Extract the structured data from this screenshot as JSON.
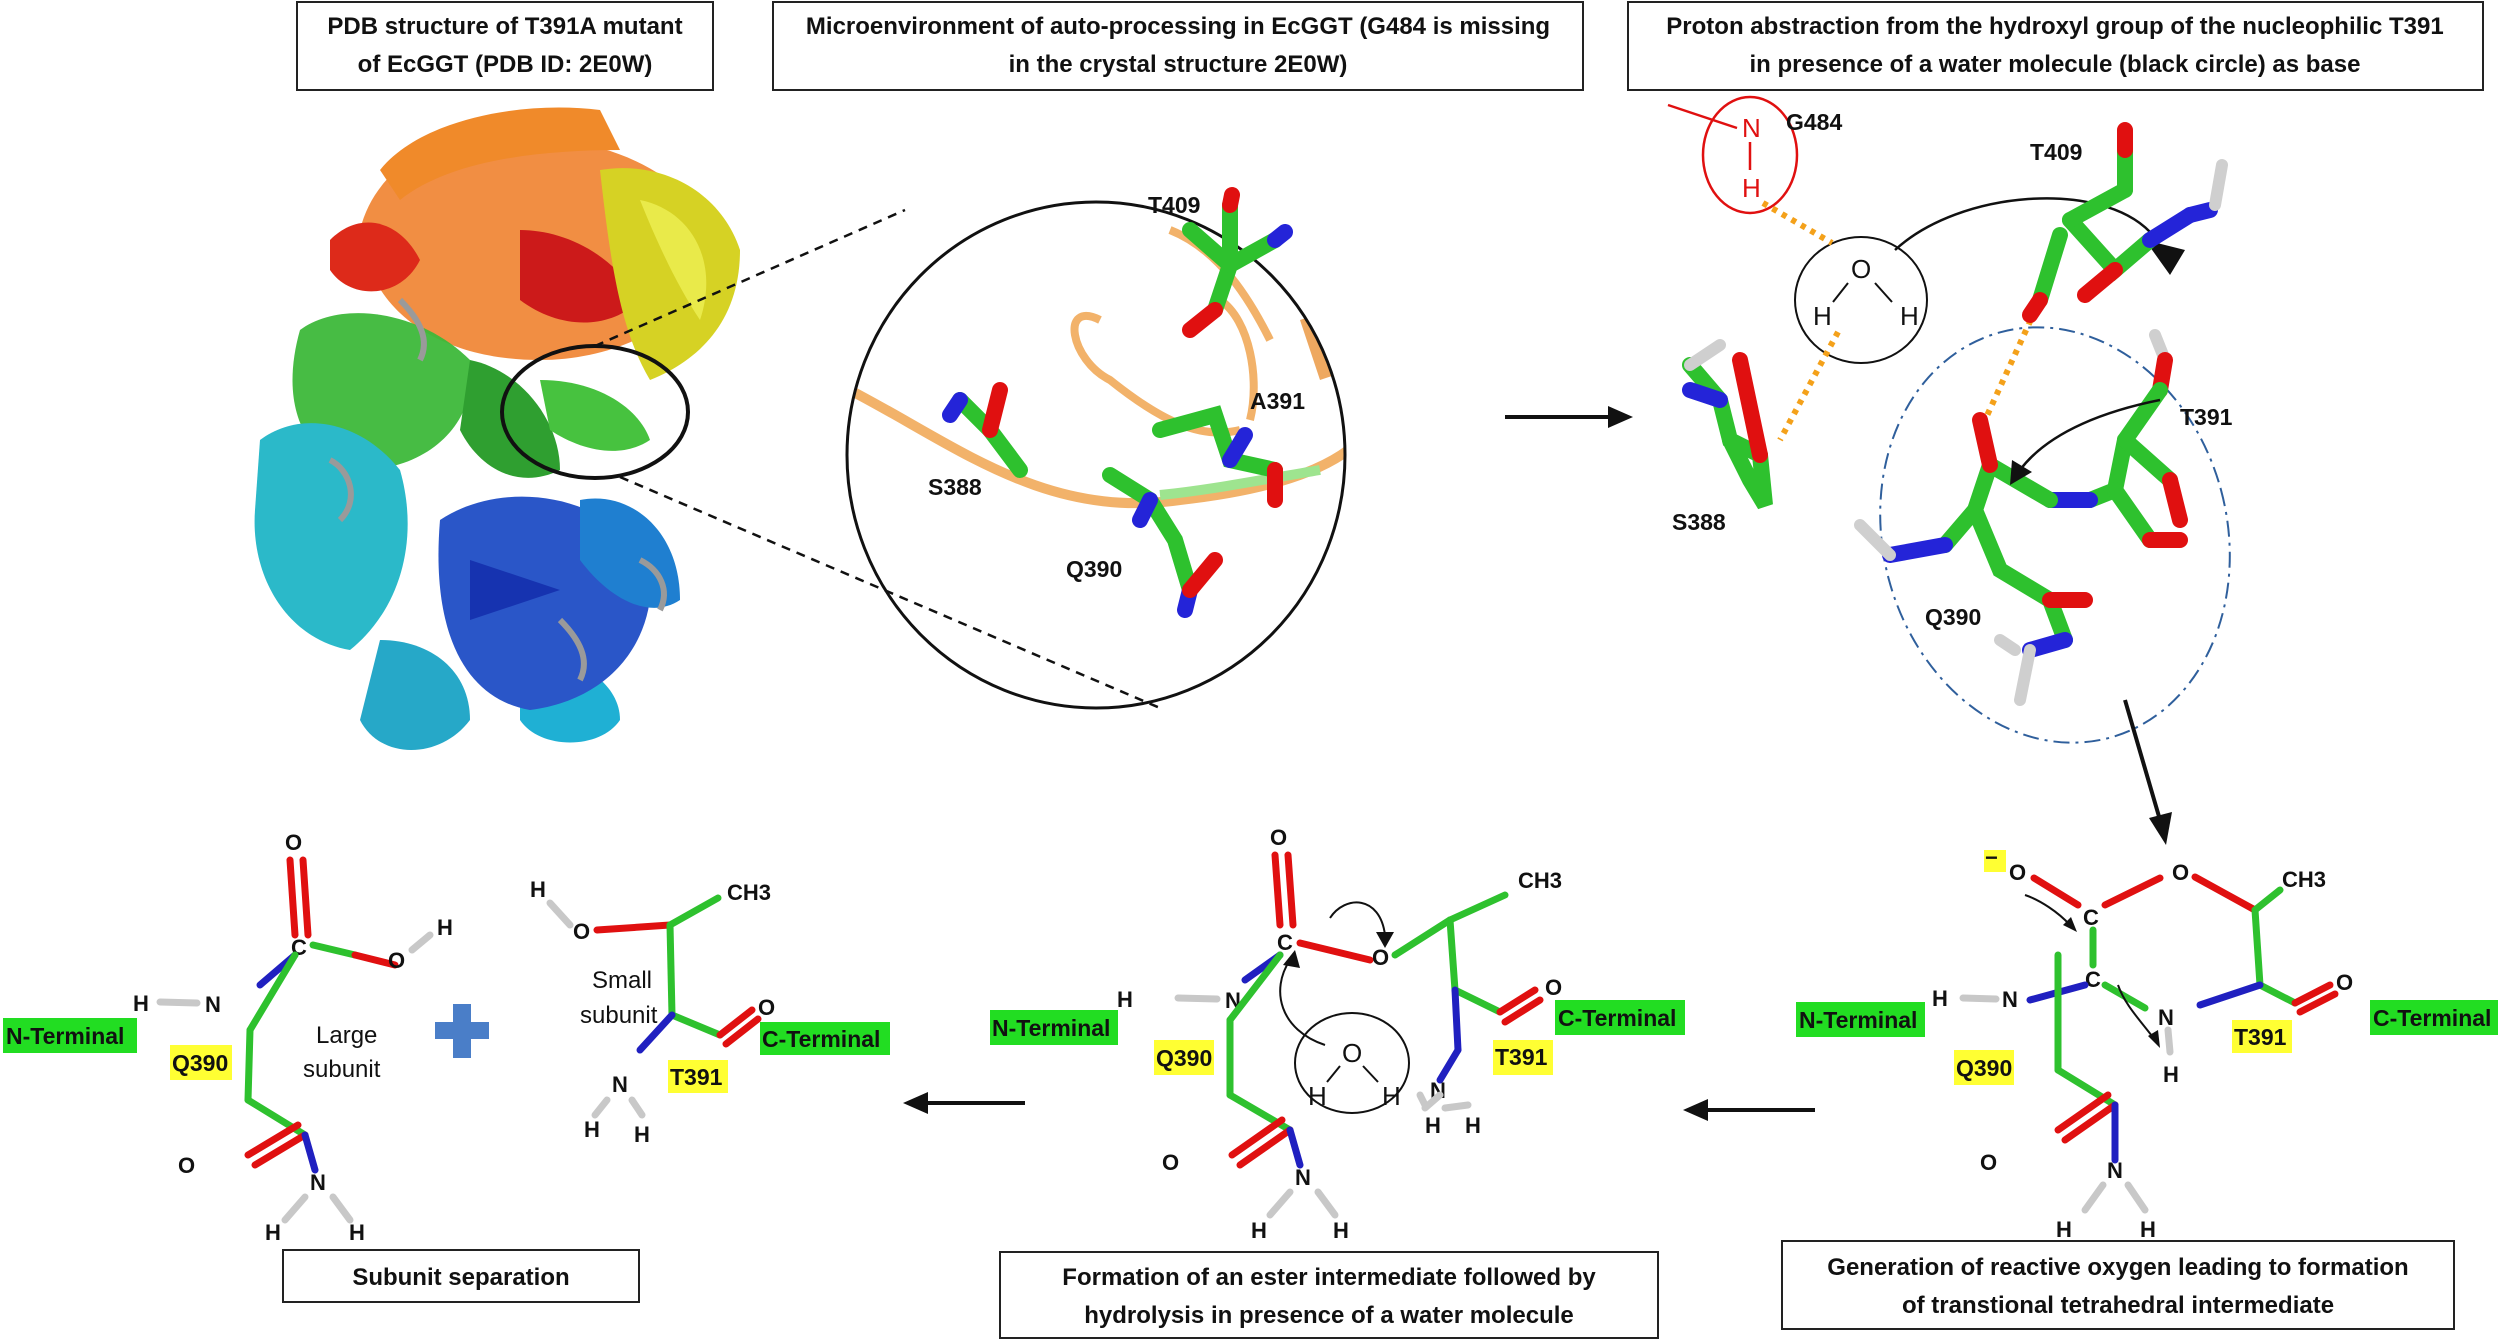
{
  "captions": {
    "pdb_line1": "PDB structure of T391A mutant",
    "pdb_line2": "of EcGGT (PDB ID: 2E0W)",
    "micro_line1": "Microenvironment of auto-processing in EcGGT  (G484 is missing",
    "micro_line2": "in the crystal structure 2E0W)",
    "proton_line1": "Proton abstraction from the hydroxyl group of the  nucleophilic T391",
    "proton_line2": "in presence of a water molecule (black circle) as base",
    "gen_line1": "Generation of reactive oxygen leading to formation",
    "gen_line2": "of transtional tetrahedral intermediate",
    "ester_line1": "Formation of an ester intermediate followed by",
    "ester_line2": "hydrolysis in presence of a water molecule",
    "subunit": "Subunit separation"
  },
  "residues": {
    "t409": "T409",
    "a391": "A391",
    "s388": "S388",
    "q390": "Q390",
    "g484": "G484",
    "t391": "T391"
  },
  "atoms": {
    "o": "O",
    "h": "H",
    "n": "N",
    "c": "C",
    "ch3": "CH3",
    "minus": "−"
  },
  "tags": {
    "n_terminal": "N-Terminal",
    "c_terminal": "C-Terminal",
    "q390": "Q390",
    "t391": "T391"
  },
  "labels": {
    "large_subunit_1": "Large",
    "large_subunit_2": "subunit",
    "small_subunit_1": "Small",
    "small_subunit_2": "subunit"
  },
  "colors": {
    "carbon": "#2ec12e",
    "oxygen": "#e01010",
    "nitrogen": "#2020c0",
    "hydrogen": "#c8c8c8",
    "terminal_tag": "#22dd22",
    "residue_tag": "#ffff33",
    "hbond": "#f4a11a",
    "ribbon": "#f2b26a",
    "dashed_ellipse": "#2f5f9c",
    "plus": "#4a7ec8"
  }
}
